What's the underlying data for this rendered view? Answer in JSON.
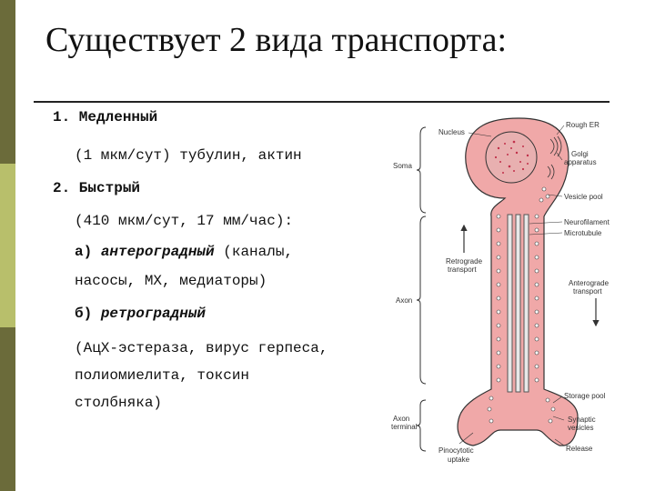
{
  "slide": {
    "title": "Существует 2 вида транспорта:"
  },
  "text": {
    "slow_title": "1. Медленный",
    "slow_detail": "(1 мкм/сут) тубулин, актин",
    "fast_title": "2. Быстрый",
    "fast_detail": "(410 мкм/сут, 17 мм/час):",
    "antero_prefix": "а) ",
    "antero_term": "антероградный",
    "antero_rest1": " (каналы,",
    "antero_rest2": "насосы, МХ, медиаторы)",
    "retro_prefix": "б) ",
    "retro_term": "ретроградный",
    "retro_line1": "(АцХ-эстераза, вирус герпеса,",
    "retro_line2": "полиомиелита, токсин",
    "retro_line3": "столбняка)"
  },
  "diagram": {
    "labels": {
      "nucleus": "Nucleus",
      "soma": "Soma",
      "axon": "Axon",
      "axon_terminal_1": "Axon",
      "axon_terminal_2": "terminal",
      "retrograde_1": "Retrograde",
      "retrograde_2": "transport",
      "pinocytotic_1": "Pinocytotic",
      "pinocytotic_2": "uptake",
      "rough_er": "Rough ER",
      "golgi_1": "Golgi",
      "golgi_2": "apparatus",
      "vesicle_pool": "Vesicle pool",
      "neurofilament": "Neurofilament",
      "microtubule": "Microtubule",
      "anterograde_1": "Anterograde",
      "anterograde_2": "transport",
      "storage_pool": "Storage pool",
      "synaptic_1": "Synaptic",
      "synaptic_2": "vesicles",
      "release": "Release"
    },
    "colors": {
      "cell_fill": "#f0a8a8",
      "nucleus_fill": "#e8b0b0",
      "outline": "#333333"
    }
  }
}
